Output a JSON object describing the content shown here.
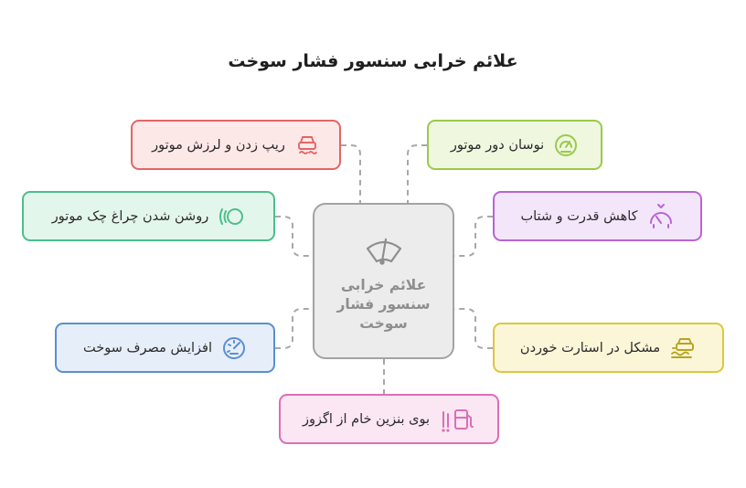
{
  "title": "علائم خرابی سنسور فشار سوخت",
  "center": {
    "label": "علائم خرابی سنسور فشار سوخت",
    "icon": "wiper-icon"
  },
  "nodes": [
    {
      "id": "engine-knock",
      "label": "ریپ زدن و لرزش موتور",
      "icon": "car-shake-icon",
      "color": "#e36565",
      "bg": "#fde8e8"
    },
    {
      "id": "check-engine",
      "label": "روشن شدن چراغ چک موتور",
      "icon": "engine-light-icon",
      "color": "#4cbe8c",
      "bg": "#e3f6ec"
    },
    {
      "id": "fuel-consumption",
      "label": "افزایش مصرف سوخت",
      "icon": "gauge-icon",
      "color": "#5a8fd1",
      "bg": "#e6eefa"
    },
    {
      "id": "fuel-smell",
      "label": "بوی بنزین خام از اگزوز",
      "icon": "fuel-pump-icon",
      "color": "#dc6eb6",
      "bg": "#fbe6f3"
    },
    {
      "id": "rpm-fluctuation",
      "label": "نوسان دور موتور",
      "icon": "speedometer-icon",
      "color": "#9bc94b",
      "bg": "#eff7df"
    },
    {
      "id": "power-loss",
      "label": "کاهش قدرت و شتاب",
      "icon": "speed-drop-icon",
      "color": "#b764d6",
      "bg": "#f4e6fa"
    },
    {
      "id": "start-problem",
      "label": "مشکل در استارت خوردن",
      "icon": "car-start-icon",
      "color": "#dcc83a",
      "bg": "#fbf6d8"
    }
  ]
}
